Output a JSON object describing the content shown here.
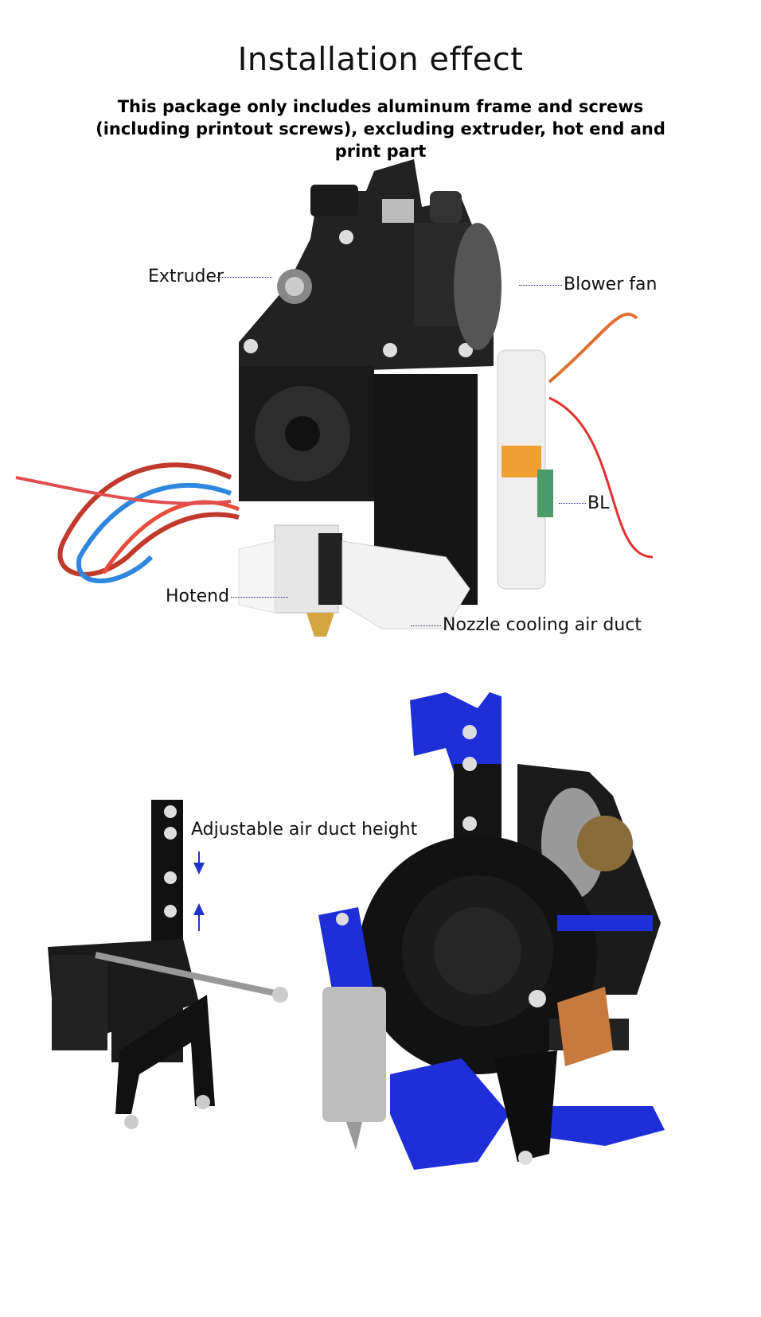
{
  "header": {
    "title": "Installation effect",
    "subtitle": "This package only includes aluminum frame and screws (including printout screws), excluding extruder, hot end and print part"
  },
  "callouts": {
    "extruder": "Extruder",
    "blower_fan": "Blower fan",
    "bl": "BL",
    "hotend": "Hotend",
    "nozzle_duct": "Nozzle cooling air duct",
    "adjustable": "Adjustable air duct height"
  },
  "colors": {
    "accent_blue": "#1f2fd8",
    "frame_black": "#1a1a1a",
    "leader_line": "#1a2a8a"
  }
}
